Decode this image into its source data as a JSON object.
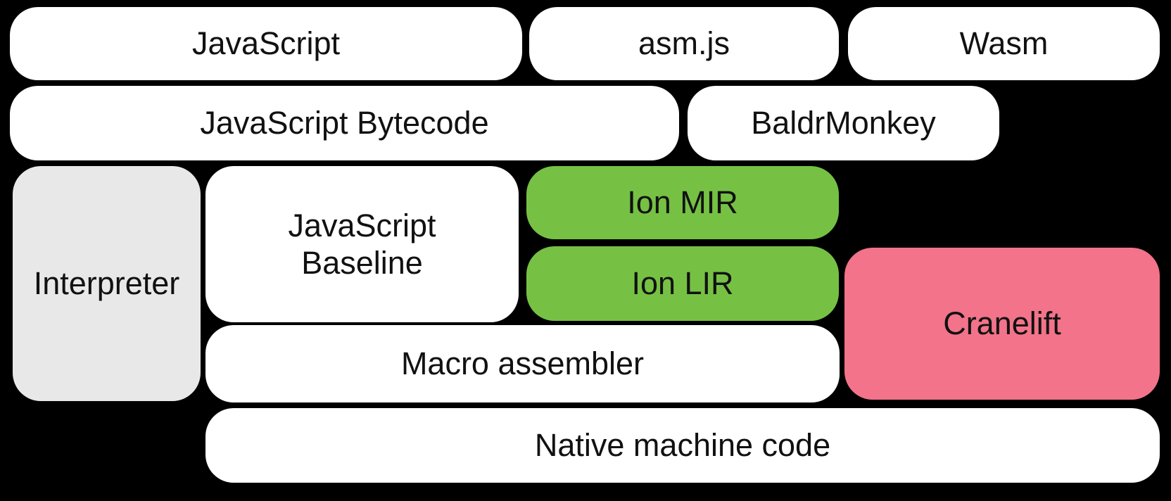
{
  "diagram": {
    "background": "#000000",
    "palette": {
      "background": "#000000",
      "box_white": "#ffffff",
      "box_gray": "#e8e8e8",
      "box_green": "#76c144",
      "box_pink": "#f2738a",
      "text": "#111111"
    },
    "boxes": [
      {
        "id": "javascript",
        "label": "JavaScript",
        "variant": "white"
      },
      {
        "id": "asmjs",
        "label": "asm.js",
        "variant": "white"
      },
      {
        "id": "wasm",
        "label": "Wasm",
        "variant": "white"
      },
      {
        "id": "js-bytecode",
        "label": "JavaScript Bytecode",
        "variant": "white"
      },
      {
        "id": "baldrmonkey",
        "label": "BaldrMonkey",
        "variant": "white"
      },
      {
        "id": "interpreter",
        "label": "Interpreter",
        "variant": "gray"
      },
      {
        "id": "js-baseline",
        "label": "JavaScript Baseline",
        "lines": [
          "JavaScript",
          "Baseline"
        ],
        "variant": "white"
      },
      {
        "id": "ion-mir",
        "label": "Ion MIR",
        "variant": "green"
      },
      {
        "id": "ion-lir",
        "label": "Ion LIR",
        "variant": "green"
      },
      {
        "id": "cranelift",
        "label": "Cranelift",
        "variant": "pink"
      },
      {
        "id": "macro-assembler",
        "label": "Macro assembler",
        "variant": "white"
      },
      {
        "id": "native-machine-code",
        "label": "Native machine code",
        "variant": "white"
      }
    ]
  }
}
